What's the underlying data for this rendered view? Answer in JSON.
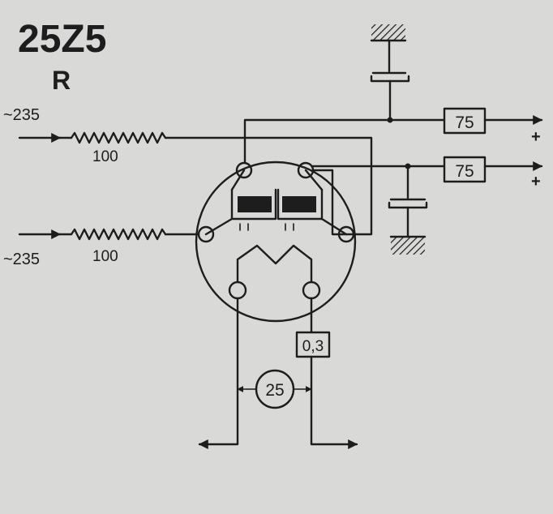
{
  "title": {
    "tube": "25Z5",
    "variant": "R"
  },
  "inputs": [
    {
      "voltage": "~235",
      "resistor": "100"
    },
    {
      "voltage": "~235",
      "resistor": "100"
    }
  ],
  "outputs": [
    {
      "resistor": "75",
      "polarity": "+"
    },
    {
      "resistor": "75",
      "polarity": "+"
    }
  ],
  "heater": {
    "ballast": "0,3",
    "lamp": "25"
  },
  "colors": {
    "ink": "#1d1d1d",
    "paper": "#d9d9d7"
  }
}
